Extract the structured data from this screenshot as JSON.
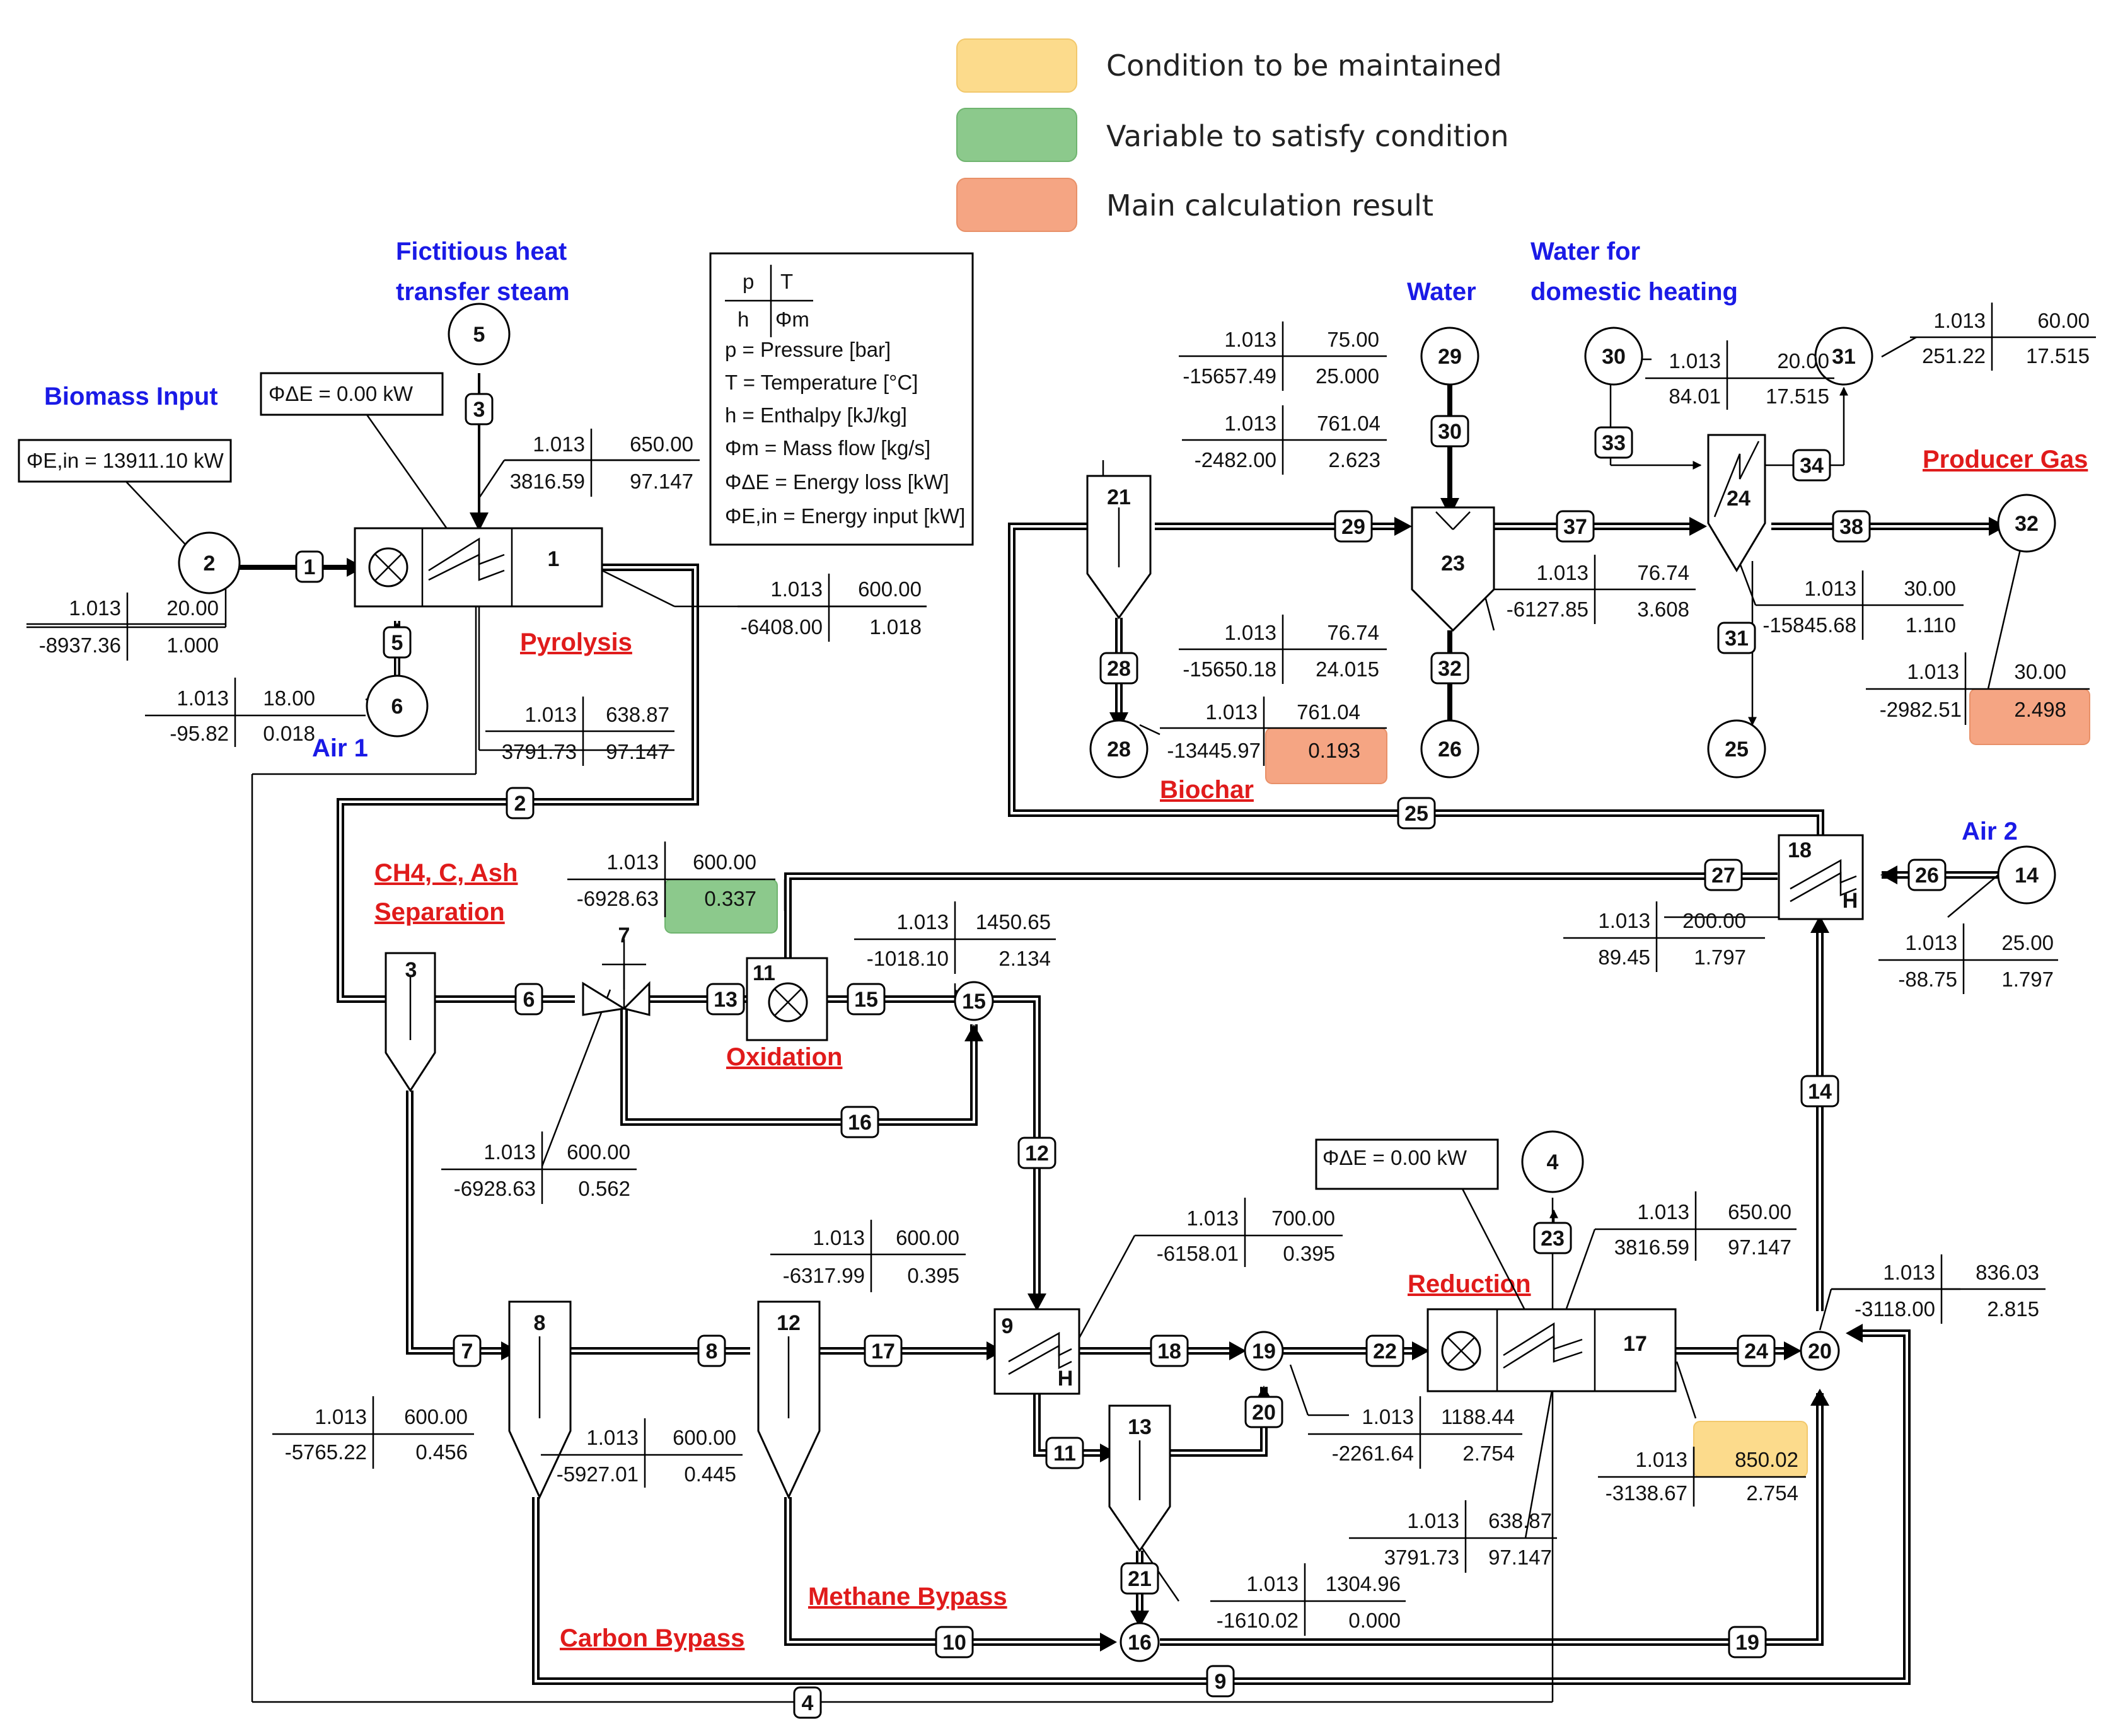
{
  "legend": {
    "items": [
      {
        "label": "Condition to be maintained",
        "color": "#FCDB8C"
      },
      {
        "label": "Variable to satisfy condition",
        "color": "#8CC98C"
      },
      {
        "label": "Main calculation result",
        "color": "#F5A583"
      }
    ]
  },
  "key_box": {
    "header": [
      "p",
      "T",
      "h",
      "Φm"
    ],
    "lines": [
      "p = Pressure [bar]",
      "T = Temperature [°C]",
      "h = Enthalpy [kJ/kg]",
      "Φm = Mass flow  [kg/s]",
      "ΦΔE = Energy loss [kW]",
      "ΦE,in = Energy input [kW]"
    ]
  },
  "labels": {
    "biomass_input": "Biomass Input",
    "fictitious_line1": "Fictitious heat",
    "fictitious_line2": "transfer steam",
    "air1": "Air 1",
    "pyrolysis": "Pyrolysis",
    "ch4_line1": "CH4, C, Ash",
    "ch4_line2": "Separation",
    "oxidation": "Oxidation",
    "reduction": "Reduction",
    "carbon_bypass": "Carbon Bypass",
    "methane_bypass": "Methane Bypass",
    "biochar": "Biochar",
    "water": "Water",
    "domestic_line1": "Water for",
    "domestic_line2": "domestic heating",
    "producer_gas": "Producer Gas",
    "air2": "Air 2"
  },
  "info_boxes": {
    "energy_input": "ΦE,in =  13911.10 kW",
    "loss_pyrolysis": "ΦΔE =       0.00 kW",
    "loss_reduction": "ΦΔE =       0.00 kW"
  },
  "streams": [
    {
      "p": "1.013",
      "T": "650.00",
      "h": "3816.59",
      "m": "97.147"
    },
    {
      "p": "1.013",
      "T": "20.00",
      "h": "-8937.36",
      "m": "1.000"
    },
    {
      "p": "1.013",
      "T": "600.00",
      "h": "-6408.00",
      "m": "1.018"
    },
    {
      "p": "1.013",
      "T": "18.00",
      "h": "-95.82",
      "m": "0.018"
    },
    {
      "p": "1.013",
      "T": "638.87",
      "h": "3791.73",
      "m": "97.147"
    },
    {
      "p": "1.013",
      "T": "600.00",
      "h": "-6928.63",
      "m": "0.337"
    },
    {
      "p": "1.013",
      "T": "1450.65",
      "h": "-1018.10",
      "m": "2.134"
    },
    {
      "p": "1.013",
      "T": "600.00",
      "h": "-6928.63",
      "m": "0.562"
    },
    {
      "p": "1.013",
      "T": "600.00",
      "h": "-6317.99",
      "m": "0.395"
    },
    {
      "p": "1.013",
      "T": "700.00",
      "h": "-6158.01",
      "m": "0.395"
    },
    {
      "p": "1.013",
      "T": "600.00",
      "h": "-5765.22",
      "m": "0.456"
    },
    {
      "p": "1.013",
      "T": "600.00",
      "h": "-5927.01",
      "m": "0.445"
    },
    {
      "p": "1.013",
      "T": "1188.44",
      "h": "-2261.64",
      "m": "2.754"
    },
    {
      "p": "1.013",
      "T": "638.87",
      "h": "3791.73",
      "m": "97.147"
    },
    {
      "p": "1.013",
      "T": "1304.96",
      "h": "-1610.02",
      "m": "0.000"
    },
    {
      "p": "1.013",
      "T": "650.00",
      "h": "3816.59",
      "m": "97.147"
    },
    {
      "p": "1.013",
      "T": "850.02",
      "h": "-3138.67",
      "m": "2.754"
    },
    {
      "p": "1.013",
      "T": "836.03",
      "h": "-3118.00",
      "m": "2.815"
    },
    {
      "p": "1.013",
      "T": "75.00",
      "h": "-15657.49",
      "m": "25.000"
    },
    {
      "p": "1.013",
      "T": "761.04",
      "h": "-2482.00",
      "m": "2.623"
    },
    {
      "p": "1.013",
      "T": "76.74",
      "h": "-15650.18",
      "m": "24.015"
    },
    {
      "p": "1.013",
      "T": "761.04",
      "h": "-13445.97",
      "m": "0.193"
    },
    {
      "p": "1.013",
      "T": "76.74",
      "h": "-6127.85",
      "m": "3.608"
    },
    {
      "p": "1.013",
      "T": "20.00",
      "h": "84.01",
      "m": "17.515"
    },
    {
      "p": "1.013",
      "T": "60.00",
      "h": "251.22",
      "m": "17.515"
    },
    {
      "p": "1.013",
      "T": "30.00",
      "h": "-15845.68",
      "m": "1.110"
    },
    {
      "p": "1.013",
      "T": "30.00",
      "h": "-2982.51",
      "m": "2.498"
    },
    {
      "p": "1.013",
      "T": "200.00",
      "h": "89.45",
      "m": "1.797"
    },
    {
      "p": "1.013",
      "T": "25.00",
      "h": "-88.75",
      "m": "1.797"
    }
  ],
  "nodes": [
    "1",
    "2",
    "3",
    "4",
    "5",
    "6",
    "7",
    "8",
    "9",
    "11",
    "12",
    "13",
    "14",
    "15",
    "16",
    "17",
    "18",
    "19",
    "20",
    "21",
    "23",
    "24",
    "25",
    "26",
    "28",
    "29",
    "30",
    "31",
    "32"
  ],
  "pipes": [
    "1",
    "2",
    "3",
    "4",
    "5",
    "6",
    "7",
    "8",
    "9",
    "10",
    "11",
    "12",
    "13",
    "14",
    "15",
    "16",
    "17",
    "18",
    "19",
    "20",
    "21",
    "22",
    "23",
    "24",
    "25",
    "26",
    "27",
    "28",
    "29",
    "30",
    "31",
    "32",
    "33",
    "34",
    "37",
    "38"
  ],
  "highlight_colors": {
    "maintained": "#FCDB8C",
    "variable": "#8CC98C",
    "result": "#F5A583"
  }
}
